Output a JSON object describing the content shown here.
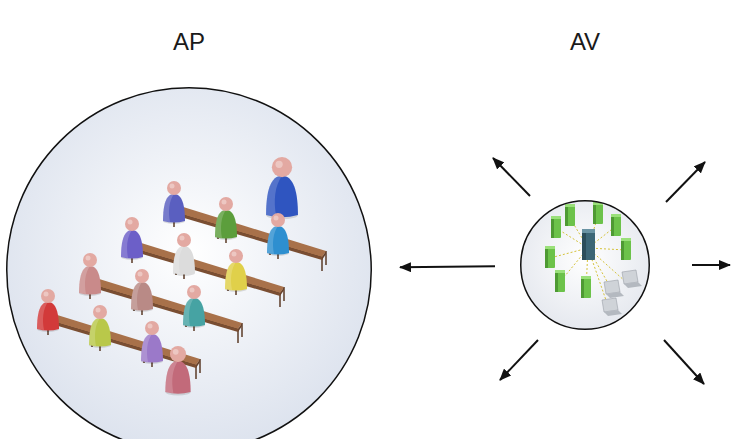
{
  "diagram": {
    "nodes": [
      {
        "text": [
          "AP"
        ]
      },
      {
        "text": [
          "AV"
        ]
      }
    ],
    "edges": [
      {
        "from": 1,
        "to": 0,
        "arrow": "to"
      }
    ]
  }
}
